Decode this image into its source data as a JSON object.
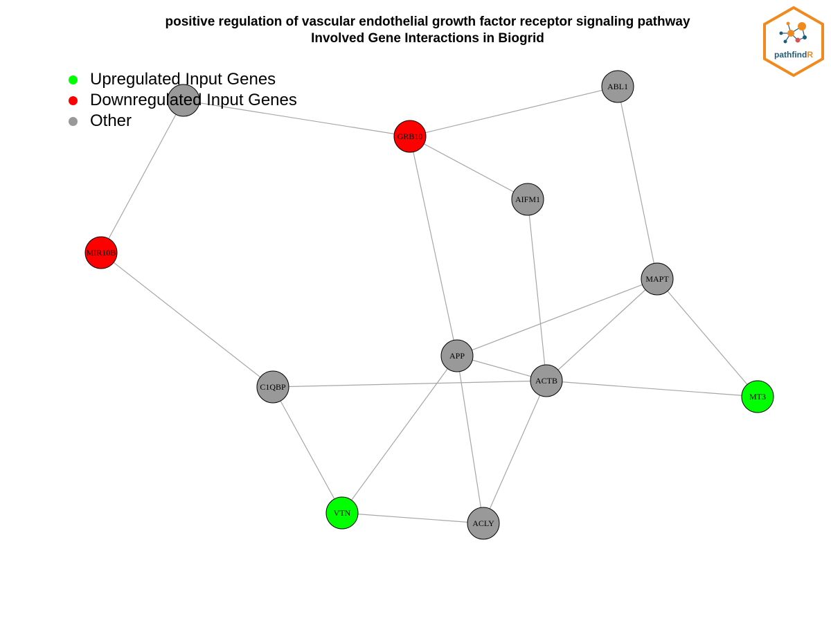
{
  "title": {
    "line1": "positive regulation of vascular endothelial growth factor receptor signaling pathway",
    "line2": "Involved Gene Interactions in Biogrid"
  },
  "legend": [
    {
      "label": "Upregulated Input Genes",
      "color": "#00ff00"
    },
    {
      "label": "Downregulated Input Genes",
      "color": "#ff0000"
    },
    {
      "label": "Other",
      "color": "#999999"
    }
  ],
  "logo": {
    "text_main": "pathfind",
    "text_accent": "R",
    "icon": "network-hexagon-icon"
  },
  "colors": {
    "up": "#00ff00",
    "down": "#ff0000",
    "other": "#999999",
    "edge": "#a6a6a6"
  },
  "graph": {
    "nodes": [
      {
        "id": "ABL1",
        "label": "ABL1",
        "status": "other"
      },
      {
        "id": "GRB10",
        "label": "GRB10",
        "status": "down"
      },
      {
        "id": "AIFM1",
        "label": "AIFM1",
        "status": "other"
      },
      {
        "id": "MIR10B",
        "label": "MIR10B",
        "status": "down"
      },
      {
        "id": "MAPT",
        "label": "MAPT",
        "status": "other"
      },
      {
        "id": "APP",
        "label": "APP",
        "status": "other"
      },
      {
        "id": "ACTB",
        "label": "ACTB",
        "status": "other"
      },
      {
        "id": "C1QBP",
        "label": "C1QBP",
        "status": "other"
      },
      {
        "id": "MT3",
        "label": "MT3",
        "status": "up"
      },
      {
        "id": "VTN",
        "label": "VTN",
        "status": "up"
      },
      {
        "id": "ACLY",
        "label": "ACLY",
        "status": "other"
      },
      {
        "id": "hidden",
        "label": "",
        "status": "other"
      }
    ],
    "edges": [
      [
        "hidden",
        "GRB10"
      ],
      [
        "hidden",
        "MIR10B"
      ],
      [
        "GRB10",
        "ABL1"
      ],
      [
        "GRB10",
        "AIFM1"
      ],
      [
        "GRB10",
        "APP"
      ],
      [
        "ABL1",
        "MAPT"
      ],
      [
        "AIFM1",
        "ACTB"
      ],
      [
        "MIR10B",
        "C1QBP"
      ],
      [
        "MAPT",
        "APP"
      ],
      [
        "MAPT",
        "ACTB"
      ],
      [
        "MAPT",
        "MT3"
      ],
      [
        "APP",
        "ACTB"
      ],
      [
        "APP",
        "VTN"
      ],
      [
        "APP",
        "ACLY"
      ],
      [
        "ACTB",
        "C1QBP"
      ],
      [
        "ACTB",
        "MT3"
      ],
      [
        "ACTB",
        "ACLY"
      ],
      [
        "C1QBP",
        "VTN"
      ],
      [
        "VTN",
        "ACLY"
      ]
    ]
  }
}
